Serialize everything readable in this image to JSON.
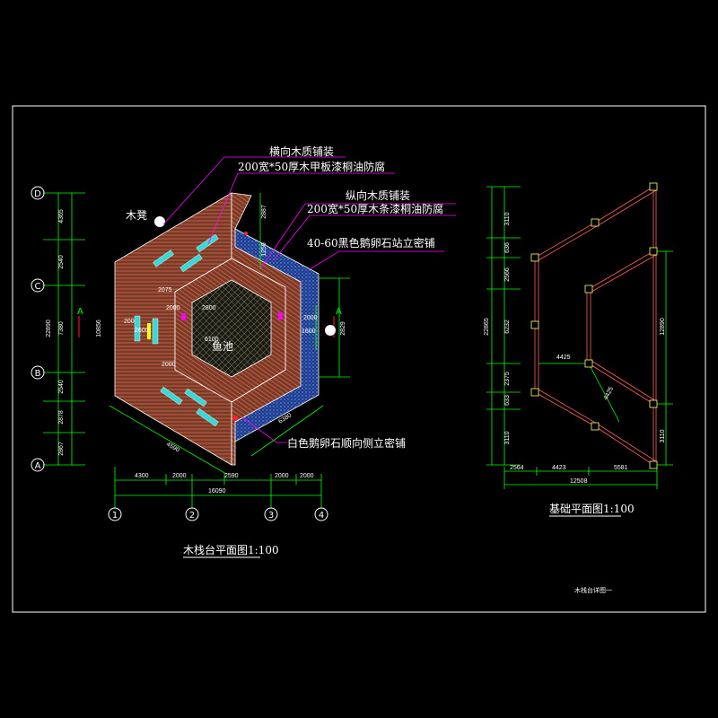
{
  "colors": {
    "background": "#000000",
    "frame": "#ffffff",
    "dim_line": "#00ff00",
    "wood_fill": "#7a3a28",
    "wood_hatch": "#c86446",
    "stone_fill": "#1d3a8a",
    "stone_dot": "#7fb0ff",
    "bench": "#38d8d8",
    "leader": "#ff00ff",
    "axis_bubble": "#ffffff",
    "yellow": "#ffff00",
    "red": "#ff2020",
    "magenta": "#ff00ff"
  },
  "notes": {
    "horizontal_wood_1": "横向木质铺装",
    "horizontal_wood_2": "200宽*50厚木甲板漆桐油防腐",
    "vertical_wood_1": "纵向木质铺装",
    "vertical_wood_2": "200宽*50厚木条漆桐油防腐",
    "black_pebble": "40-60黑色鹅卵石站立密铺",
    "white_pebble": "白色鹅卵石顺向侧立密铺",
    "bench_label": "木凳",
    "pool_label": "鱼池"
  },
  "axes_rows": [
    "D",
    "C",
    "B",
    "A"
  ],
  "axes_cols": [
    "1",
    "2",
    "3",
    "4"
  ],
  "left_dims": {
    "vertical": [
      "4365",
      "2540",
      "7380",
      "2540",
      "2878",
      "2867"
    ],
    "vertical_total": "22890",
    "overall_height": "10856",
    "bottom": [
      "4300",
      "2000",
      "2590",
      "2000",
      "2000"
    ],
    "bottom_total": "16090",
    "right_side": [
      "2887",
      "1250",
      "2000",
      "1600",
      "2829"
    ],
    "inner": [
      "2800",
      "2000",
      "6100",
      "2000",
      "2600",
      "200",
      "2075"
    ],
    "diag": [
      "4590",
      "6380"
    ],
    "section_mark": "A"
  },
  "right_dims": {
    "vertical": [
      "3110",
      "636",
      "2566",
      "6232",
      "2375",
      "633",
      "3110"
    ],
    "vertical_total": "22865",
    "right": [
      "12890",
      "3110"
    ],
    "bottom": [
      "2564",
      "4423",
      "5581"
    ],
    "bottom_total": "12508",
    "inner": [
      "4425",
      "4425"
    ]
  },
  "titles": {
    "left_plan": "木栈台平面图1:100",
    "right_plan": "基础平面图1:100",
    "sheet": "木栈台详图一"
  }
}
